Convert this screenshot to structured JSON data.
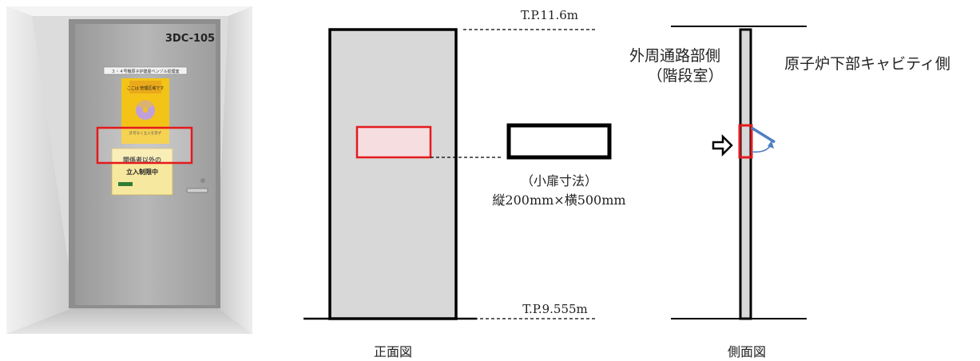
{
  "photo": {
    "door_number": "3DC-105",
    "notice_top": "３・４号機原子炉建屋ベンゾル処理室",
    "warning_sign_title": "ここは 管理区域です",
    "warning_sign_bottom": "許可なく立入を禁ず",
    "entry_sign_line1": "関係者以外の",
    "entry_sign_line2": "立入制限中",
    "colors": {
      "wall": "#d9d9d9",
      "door": "#a8a8a8",
      "yellow_sign": "#f3c318",
      "entry_sign": "#f7e8a0",
      "highlight_box": "#e41a1c"
    }
  },
  "front_view": {
    "label": "正面図",
    "top_level": "T.P.11.6m",
    "bottom_level": "T.P.9.555m",
    "dimension_caption": "（小扉寸法）",
    "dimension_value": "縦200mm×横500mm",
    "colors": {
      "wall_fill": "#d8d8d8",
      "hatch_fill": "#f6dde0",
      "hatch_outline": "#e41a1c"
    }
  },
  "side_view": {
    "label": "側面図",
    "left_side_line1": "外周通路部側",
    "left_side_line2": "（階段室）",
    "right_side": "原子炉下部キャビティ側",
    "colors": {
      "wall_fill": "#d8d8d8",
      "flap": "#4f7fc1",
      "hatch_outline": "#e41a1c"
    }
  }
}
